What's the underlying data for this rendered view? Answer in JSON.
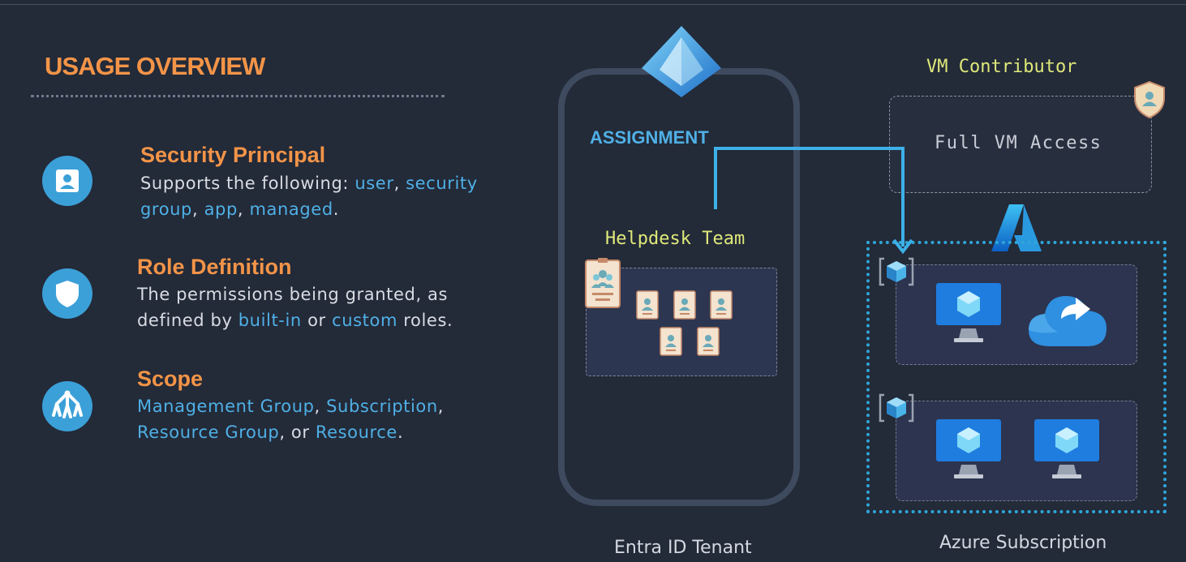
{
  "overview": {
    "title": "USAGE OVERVIEW",
    "items": [
      {
        "heading": "Security Principal",
        "icon": "user-card-icon",
        "line1": [
          {
            "t": "Supports the following: ",
            "hl": false
          },
          {
            "t": "user",
            "hl": true
          },
          {
            "t": ", ",
            "hl": false
          },
          {
            "t": "security",
            "hl": true
          }
        ],
        "line2": [
          {
            "t": "group",
            "hl": true
          },
          {
            "t": ", ",
            "hl": false
          },
          {
            "t": "app",
            "hl": true
          },
          {
            "t": ", ",
            "hl": false
          },
          {
            "t": "managed",
            "hl": true
          },
          {
            "t": ".",
            "hl": false
          }
        ]
      },
      {
        "heading": "Role Definition",
        "icon": "shield-icon",
        "line1": [
          {
            "t": "The permissions being granted, as",
            "hl": false
          }
        ],
        "line2": [
          {
            "t": "defined by ",
            "hl": false
          },
          {
            "t": "built-in",
            "hl": true
          },
          {
            "t": " or ",
            "hl": false
          },
          {
            "t": "custom",
            "hl": true
          },
          {
            "t": " roles.",
            "hl": false
          }
        ]
      },
      {
        "heading": "Scope",
        "icon": "hierarchy-icon",
        "line1": [
          {
            "t": "Management Group",
            "hl": true
          },
          {
            "t": ", ",
            "hl": false
          },
          {
            "t": "Subscription",
            "hl": true
          },
          {
            "t": ",",
            "hl": false
          }
        ],
        "line2": [
          {
            "t": "Resource Group",
            "hl": true
          },
          {
            "t": ", or ",
            "hl": false
          },
          {
            "t": "Resource",
            "hl": true
          },
          {
            "t": ".",
            "hl": false
          }
        ]
      }
    ]
  },
  "tenant": {
    "assignment_label": "ASSIGNMENT",
    "group_name": "Helpdesk Team",
    "caption": "Entra ID Tenant"
  },
  "role": {
    "name": "VM Contributor",
    "permission": "Full VM Access"
  },
  "subscription": {
    "caption": "Azure Subscription",
    "resource_groups": [
      {
        "resources": [
          "vm-monitor-icon",
          "cloud-sync-icon"
        ]
      },
      {
        "resources": [
          "vm-monitor-icon",
          "vm-monitor-icon"
        ]
      }
    ]
  },
  "colors": {
    "accent_orange": "#f39448",
    "accent_blue": "#4fb0e6",
    "accent_yellow": "#dfe97a",
    "background": "#232a38"
  }
}
